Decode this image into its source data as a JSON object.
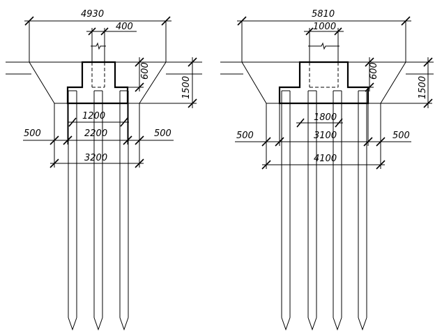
{
  "foundations": [
    {
      "id": "left",
      "dims": {
        "top_width": "4930",
        "column_width": "400",
        "column_height": "600",
        "pit_depth": "1500",
        "pile_spacing": "1200",
        "inner_width": "2200",
        "outer_width": "3200",
        "left_offset": "500",
        "right_offset": "500"
      }
    },
    {
      "id": "right",
      "dims": {
        "top_width": "5810",
        "column_width": "1000",
        "column_height": "600",
        "pit_depth": "1500",
        "pile_spacing": "1800",
        "inner_width": "3100",
        "outer_width": "4100",
        "left_offset": "500",
        "right_offset": "500"
      }
    }
  ]
}
